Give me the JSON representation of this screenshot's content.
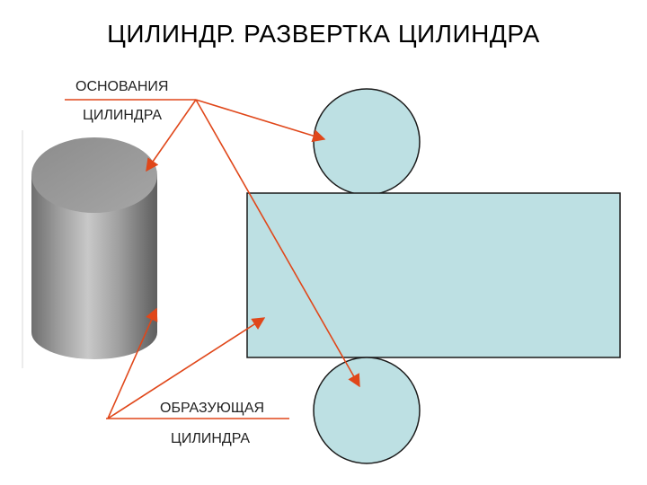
{
  "title": "ЦИЛИНДР. РАЗВЕРТКА ЦИЛИНДРА",
  "labels": {
    "bases_line1": "ОСНОВАНИЯ",
    "bases_line2": "ЦИЛИНДРА",
    "generatrix_line1": "ОБРАЗУЮЩАЯ",
    "generatrix_line2": "ЦИЛИНДРА"
  },
  "colors": {
    "net_fill": "#bde0e3",
    "arrow": "#e0471a",
    "cylinder_top": "#9c9c9c"
  }
}
